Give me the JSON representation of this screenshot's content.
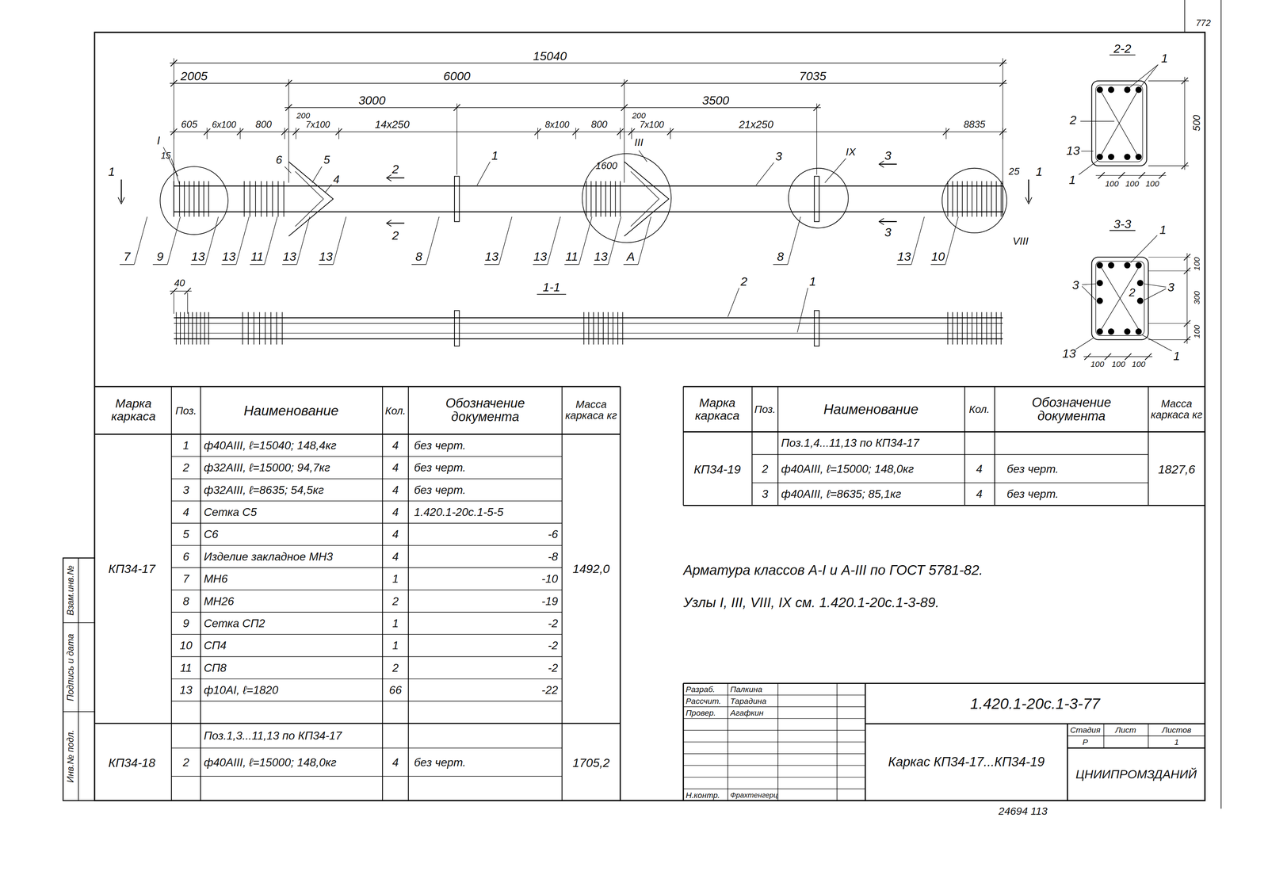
{
  "diagram": {
    "labels": [
      "15040",
      "2005",
      "6000",
      "7035",
      "3000",
      "3500",
      "605",
      "6x100",
      "800",
      "200",
      "7x100",
      "14x250",
      "8x100",
      "800",
      "200",
      "7x100",
      "21x250",
      "8835",
      "I",
      "15",
      "1",
      "6",
      "5",
      "4",
      "2",
      "1",
      "III",
      "1600",
      "3",
      "IX",
      "3",
      "25",
      "1",
      "2",
      "3",
      "VIII",
      "7",
      "9",
      "13",
      "13",
      "11",
      "13",
      "13",
      "8",
      "13",
      "13",
      "11",
      "13",
      "А",
      "8",
      "13",
      "10",
      "40",
      "1-1",
      "2",
      "1",
      "2-2",
      "1",
      "500",
      "2",
      "13",
      "1",
      "100",
      "100",
      "100",
      "3-3",
      "1",
      "100",
      "3",
      "2",
      "3",
      "300",
      "100",
      "13",
      "1",
      "100",
      "100",
      "100",
      "Марка каркаса",
      "Поз.",
      "Наименование",
      "Кол.",
      "Обозначение документа",
      "Масса каркаса кг",
      "1",
      "ф40АIII, ℓ=15040; 148,4кг",
      "4",
      "без черт.",
      "2",
      "ф32АIII, ℓ=15000; 94,7кг",
      "4",
      "без черт.",
      "3",
      "ф32АIII, ℓ=8635; 54,5кг",
      "4",
      "без черт.",
      "4",
      "Сетка С5",
      "4",
      "1.420.1-20с.1-5-5",
      "5",
      "С6",
      "4",
      "-6",
      "6",
      "Изделие закладное МН3",
      "4",
      "-8",
      "7",
      "МН6",
      "1",
      "-10",
      "8",
      "МН26",
      "2",
      "-19",
      "9",
      "Сетка СП2",
      "1",
      "-2",
      "10",
      "СП4",
      "1",
      "-2",
      "11",
      "СП8",
      "2",
      "-2",
      "13",
      "ф10АI, ℓ=1820",
      "66",
      "-22",
      "КП34-17",
      "1492,0",
      "Поз.1,3...11,13 по КП34-17",
      "КП34-18",
      "2",
      "ф40АIII, ℓ=15000; 148,0кг",
      "4",
      "без черт.",
      "1705,2",
      "Марка каркаса",
      "Поз.",
      "Наименование",
      "Кол.",
      "Обозначение документа",
      "Масса каркаса кг",
      "Поз.1,4...11,13 по КП34-17",
      "КП34-19",
      "2",
      "ф40АIII, ℓ=15000; 148,0кг",
      "4",
      "без черт.",
      "1827,6",
      "3",
      "ф40АIII, ℓ=8635; 85,1кг",
      "4",
      "без черт.",
      "Арматура классов А-I и А-III по ГОСТ 5781-82.",
      "Узлы I, III, VIII, IX см. 1.420.1-20с.1-3-89.",
      "Разраб.",
      "Палкина",
      "Рассчит.",
      "Тарадина",
      "Провер.",
      "Агафкин",
      "Н.контр.",
      "Фрахтенгерц",
      "1.420.1-20с.1-3-77",
      "Каркас КП34-17...КП34-19",
      "Стадия",
      "Лист",
      "Листов",
      "Р",
      "1",
      "ЦНИИПРОМЗДАНИЙ",
      "24694 113",
      "772",
      "Инв.№ подл.",
      "Подпись и дата",
      "Взам.инв.№"
    ]
  }
}
